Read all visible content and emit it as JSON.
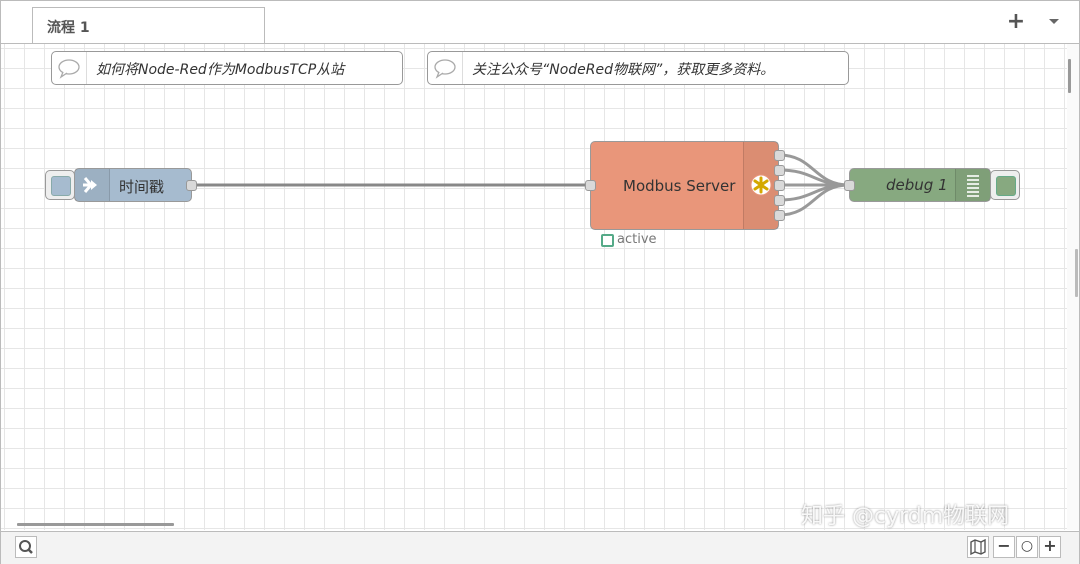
{
  "tabs": [
    {
      "label": "流程 1"
    }
  ],
  "tab_actions": {
    "add": "+",
    "menu": "▾"
  },
  "comments": [
    {
      "text": "如何将Node-Red作为ModbusTCP从站"
    },
    {
      "text": "关注公众号“NodeRed物联网”，获取更多资料。"
    }
  ],
  "nodes": {
    "inject": {
      "label": "时间戳",
      "icon": "arrow-right-icon",
      "color": "#a6bbcf"
    },
    "modbus": {
      "label": "Modbus Server",
      "icon": "modbus-icon",
      "color": "#e9967a",
      "status": "active",
      "status_color": "#5a8",
      "outputs": 5
    },
    "debug": {
      "label": "debug 1",
      "icon": "debug-list-icon",
      "color": "#87a980"
    }
  },
  "footer": {
    "search_icon": "search-icon",
    "map_icon": "map-icon",
    "zoom_out": "−",
    "zoom_reset": "○",
    "zoom_in": "+"
  },
  "watermark": "知乎 @cyrdm物联网"
}
